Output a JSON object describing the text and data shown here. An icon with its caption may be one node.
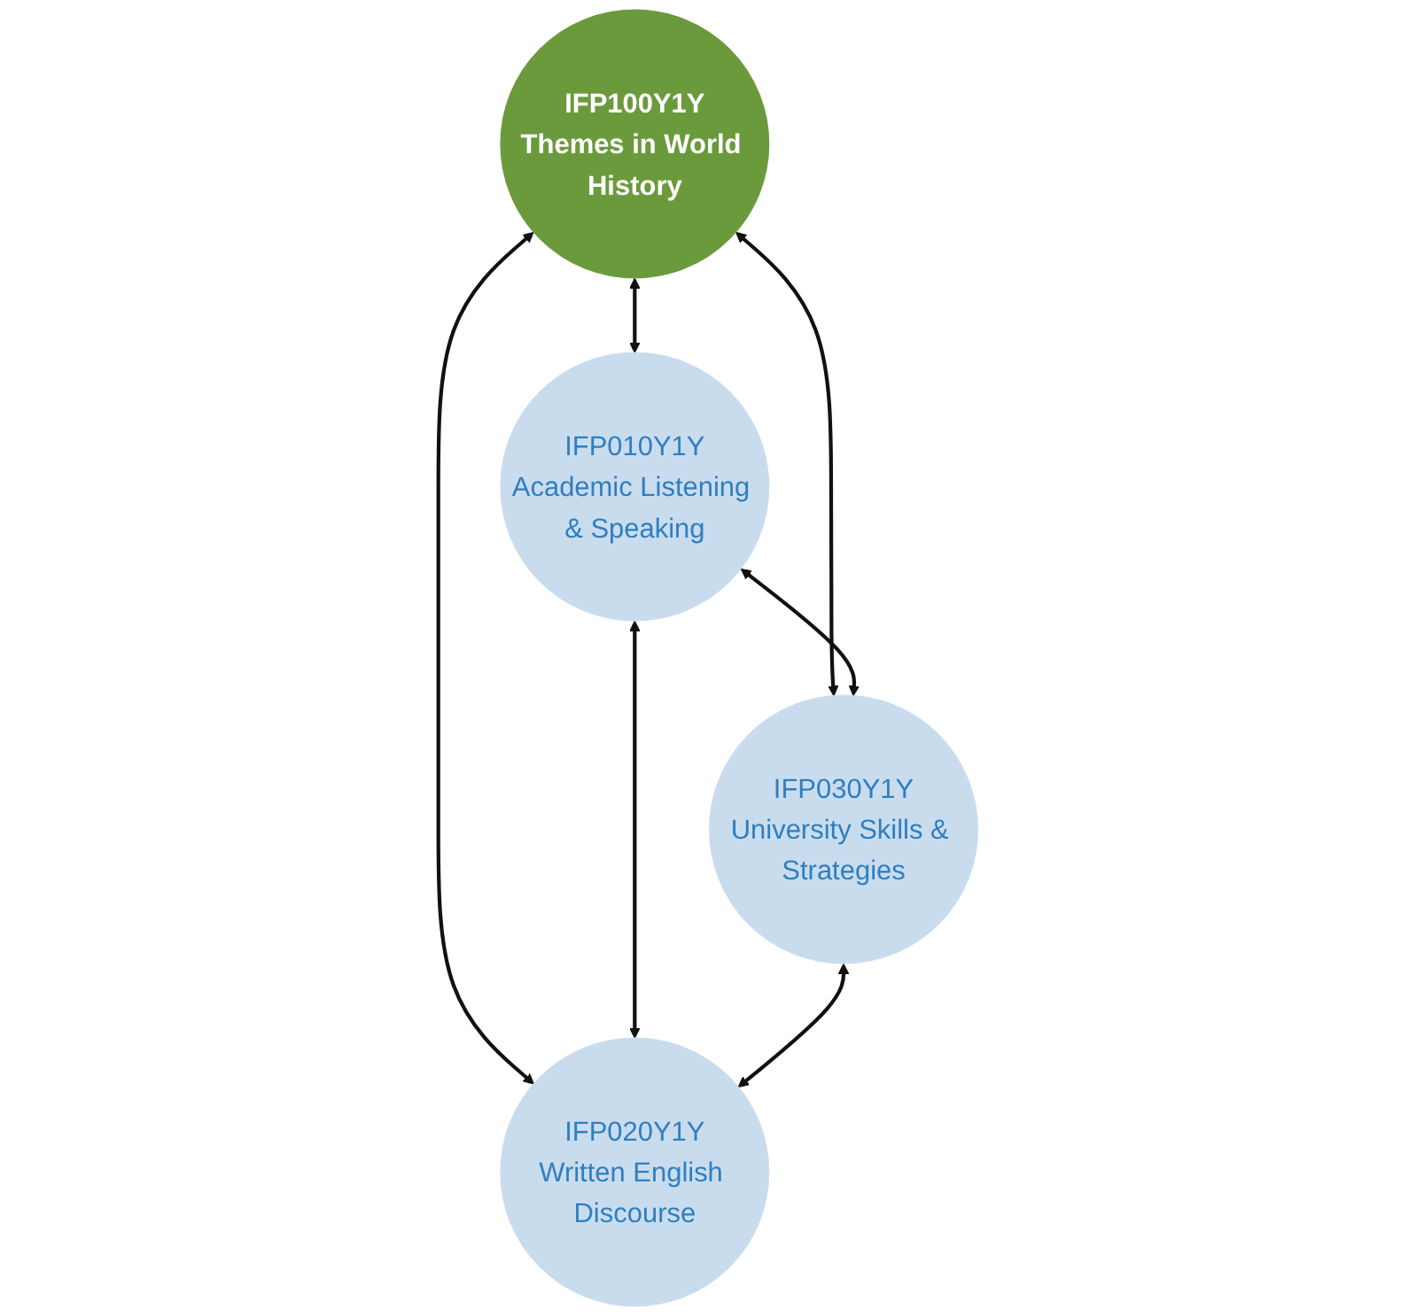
{
  "diagram": {
    "nodes": [
      {
        "text": [
          "IFP100Y1Y",
          "Themes in World History"
        ]
      },
      {
        "text": [
          "IFP010Y1Y",
          "Academic Listening & Speaking"
        ]
      },
      {
        "text": [
          "IFP030Y1Y",
          "University Skills & Strategies"
        ]
      },
      {
        "text": [
          "IFP020Y1Y",
          "Written English Discourse"
        ]
      }
    ],
    "edges": [
      {
        "from": 0,
        "to": 1,
        "arrow": "both"
      },
      {
        "from": 0,
        "to": 2,
        "arrow": "both"
      },
      {
        "from": 1,
        "to": 2,
        "arrow": "both"
      },
      {
        "from": 0,
        "to": 3,
        "arrow": "both"
      },
      {
        "from": 1,
        "to": 3,
        "arrow": "both"
      },
      {
        "from": 2,
        "to": 3,
        "arrow": "both"
      }
    ]
  }
}
